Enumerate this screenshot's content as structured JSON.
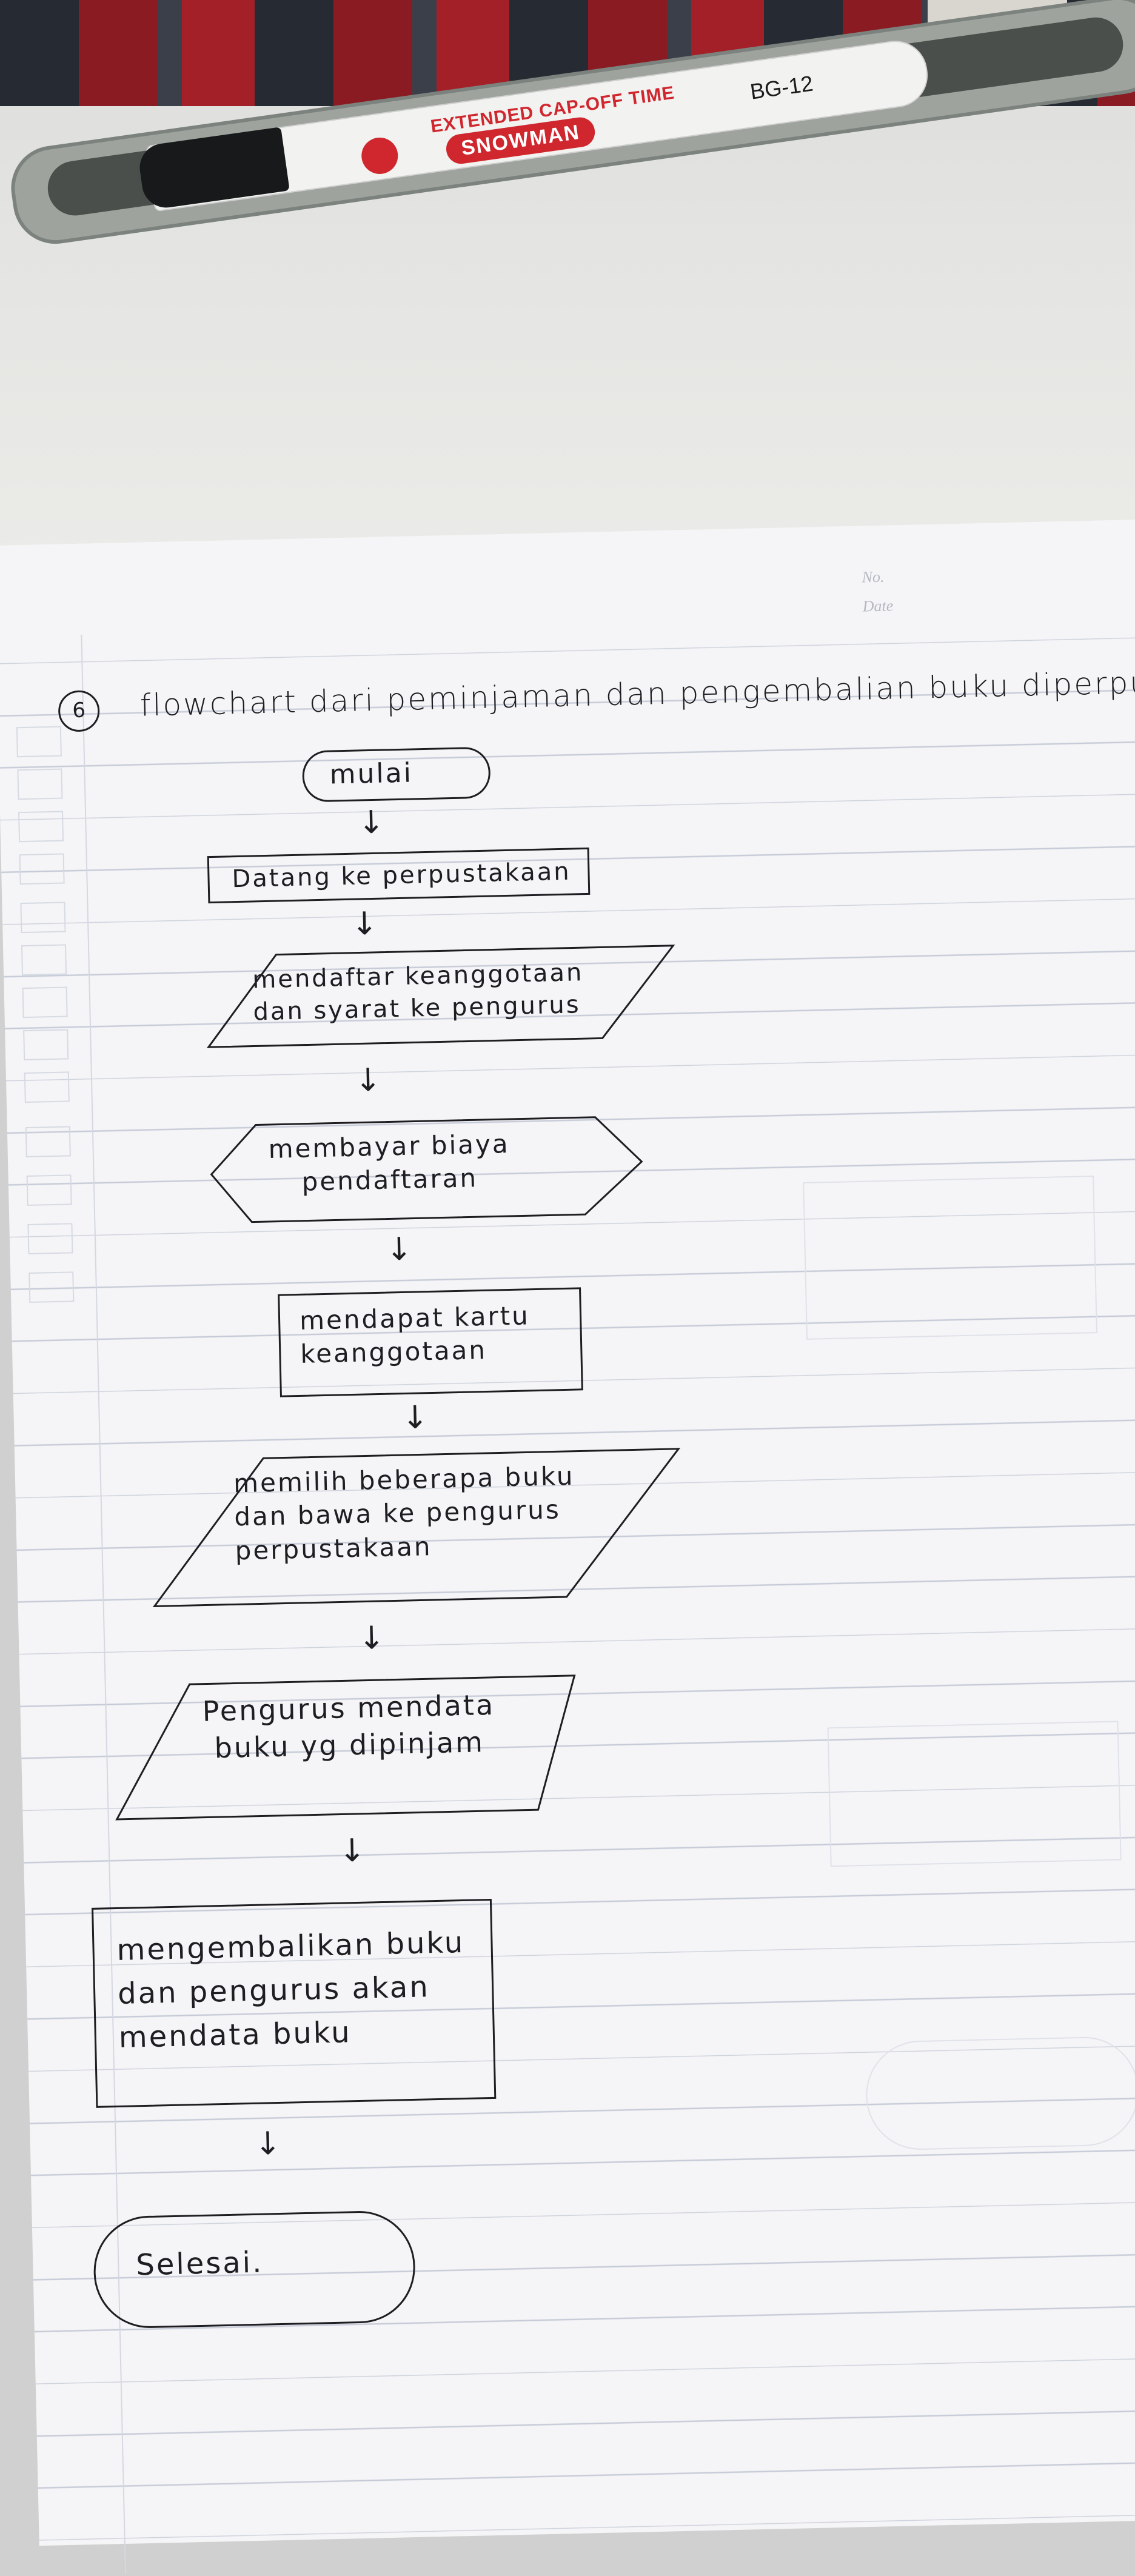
{
  "scene": {
    "marker": {
      "line1": "EXTENDED CAP-OFF TIME",
      "brand": "SNOWMAN",
      "model": "BG-12"
    },
    "notebook": {
      "no_label": "No.",
      "date_label": "Date"
    }
  },
  "note": {
    "number": "6",
    "heading": "flowchart dari peminjaman dan pengembalian buku diperpus",
    "steps": [
      {
        "shape": "terminator",
        "text": "mulai"
      },
      {
        "shape": "process",
        "text": "Datang ke perpustakaan"
      },
      {
        "shape": "data",
        "text": "mendaftar keanggotaan\ndan syarat ke pengurus"
      },
      {
        "shape": "preparation",
        "text": "membayar biaya\npendaftaran"
      },
      {
        "shape": "process",
        "text": "mendapat kartu\nkeanggotaan"
      },
      {
        "shape": "data",
        "text": "memilih beberapa buku\ndan bawa ke pengurus\nperpustakaan"
      },
      {
        "shape": "data",
        "text": "Pengurus mendata\nbuku yg dipinjam"
      },
      {
        "shape": "process",
        "text": "mengembalikan buku\ndan pengurus akan\nmendata buku"
      },
      {
        "shape": "terminator",
        "text": "Selesai."
      }
    ],
    "arrow_glyph": "↓"
  }
}
